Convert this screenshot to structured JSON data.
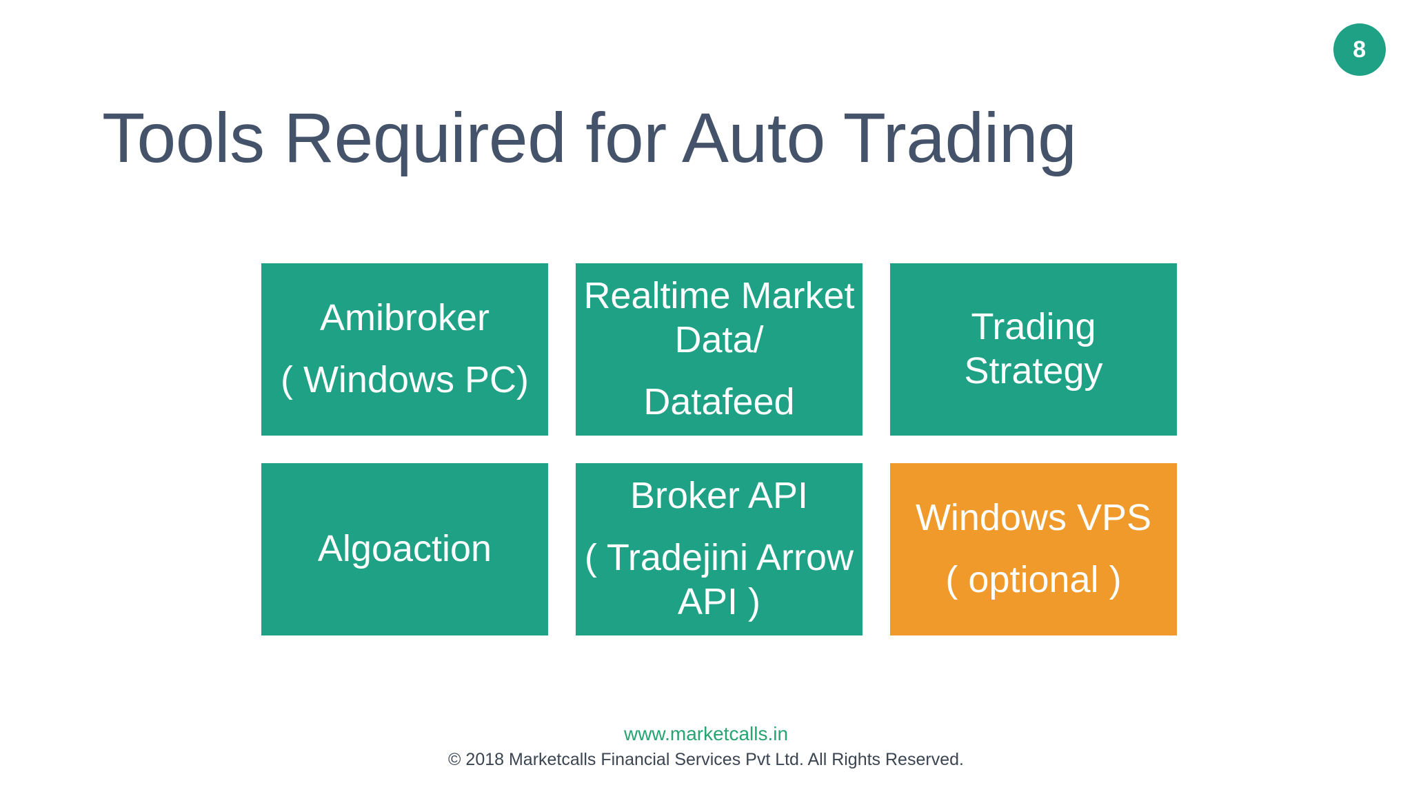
{
  "slide": {
    "page_number": "8",
    "title": "Tools Required for Auto Trading",
    "accent_teal": "#1fa185",
    "accent_orange": "#ef9a2b",
    "title_color": "#44536a",
    "site_color": "#26a472"
  },
  "cards": [
    {
      "name": "amibroker",
      "color": "teal",
      "line1": "Amibroker",
      "line2": "( Windows PC)"
    },
    {
      "name": "realtime-market-data",
      "color": "teal",
      "line1": "Realtime Market Data/",
      "line2": "Datafeed"
    },
    {
      "name": "trading-strategy",
      "color": "teal",
      "line1": "Trading Strategy",
      "line2": ""
    },
    {
      "name": "algoaction",
      "color": "teal",
      "line1": "Algoaction",
      "line2": ""
    },
    {
      "name": "broker-api",
      "color": "teal",
      "line1": "Broker API",
      "line2": "( Tradejini Arrow API )"
    },
    {
      "name": "windows-vps",
      "color": "orange",
      "line1": "Windows VPS",
      "line2": "( optional )"
    }
  ],
  "footer": {
    "site": "www.marketcalls.in",
    "copyright": "© 2018 Marketcalls Financial Services Pvt Ltd. All Rights Reserved."
  }
}
